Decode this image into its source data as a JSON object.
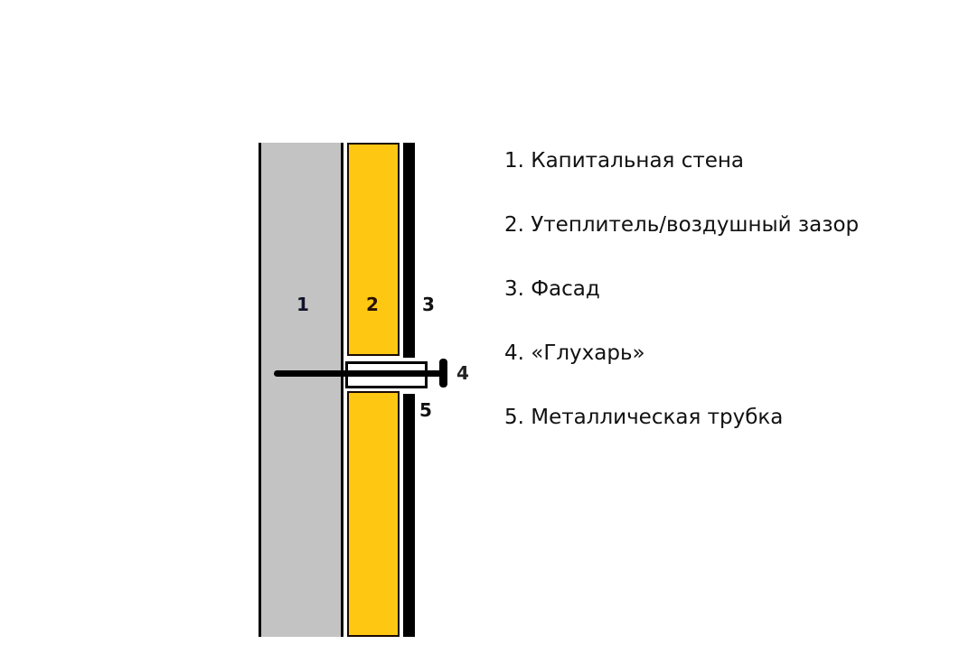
{
  "diagram": {
    "colors": {
      "wall": "#c3c3c3",
      "insulation": "#fec712",
      "facade": "#000000",
      "tube": "#ffffff",
      "background": "#ffffff"
    },
    "callouts": [
      "1",
      "2",
      "3",
      "4",
      "5"
    ]
  },
  "legend": {
    "items": [
      "1. Капитальная стена",
      "2. Утеплитель/воздушный зазор",
      "3. Фасад",
      "4. «Глухарь»",
      "5. Металлическая трубка"
    ]
  }
}
